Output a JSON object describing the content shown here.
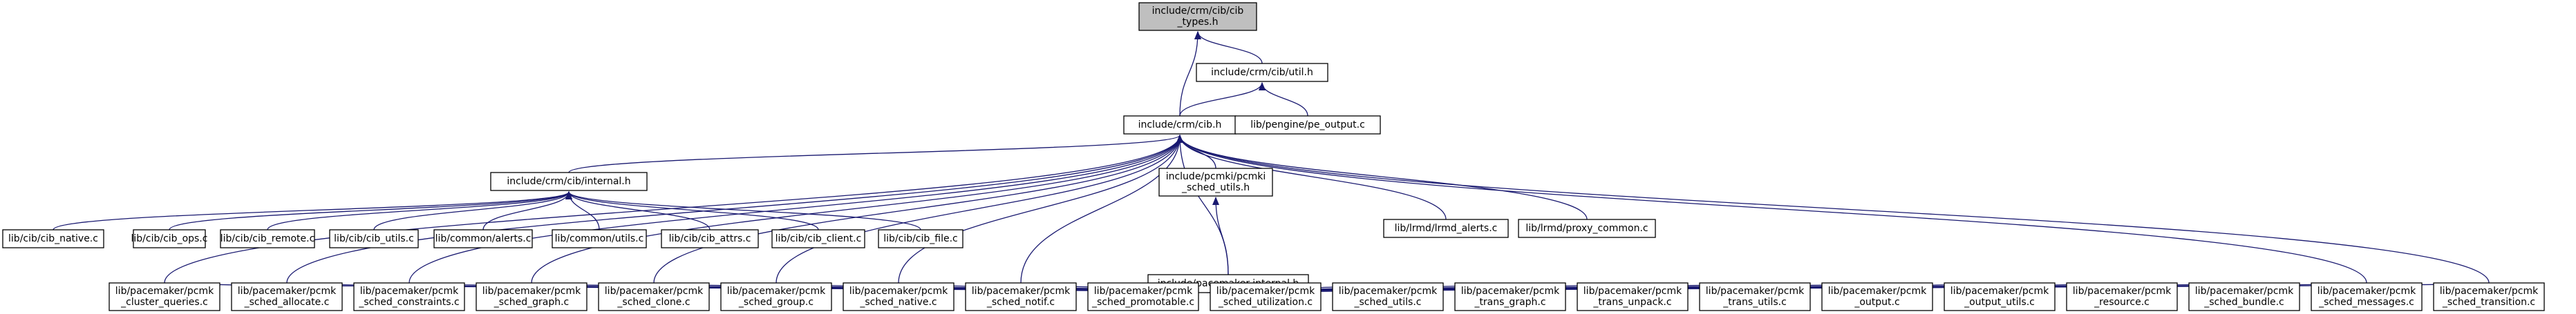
{
  "colors": {
    "edge": "#191970",
    "node_border": "#000000",
    "node_fill": "#ffffff",
    "root_fill": "#bfbfbf"
  },
  "nodes": {
    "root": {
      "lines": [
        "include/crm/cib/cib",
        "_types.h"
      ]
    },
    "util": {
      "lines": [
        "include/crm/cib/util.h"
      ]
    },
    "cib": {
      "lines": [
        "include/crm/cib.h"
      ]
    },
    "pe_output": {
      "lines": [
        "lib/pengine/pe_output.c"
      ]
    },
    "internal": {
      "lines": [
        "include/crm/cib/internal.h"
      ]
    },
    "pcmki_sched_utils": {
      "lines": [
        "include/pcmki/pcmki",
        "_sched_utils.h"
      ]
    },
    "lrmd_alerts": {
      "lines": [
        "lib/lrmd/lrmd_alerts.c"
      ]
    },
    "proxy_common": {
      "lines": [
        "lib/lrmd/proxy_common.c"
      ]
    },
    "cib_native": {
      "lines": [
        "lib/cib/cib_native.c"
      ]
    },
    "cib_ops": {
      "lines": [
        "lib/cib/cib_ops.c"
      ]
    },
    "cib_remote": {
      "lines": [
        "lib/cib/cib_remote.c"
      ]
    },
    "cib_utils": {
      "lines": [
        "lib/cib/cib_utils.c"
      ]
    },
    "alerts": {
      "lines": [
        "lib/common/alerts.c"
      ]
    },
    "common_utils": {
      "lines": [
        "lib/common/utils.c"
      ]
    },
    "cib_attrs": {
      "lines": [
        "lib/cib/cib_attrs.c"
      ]
    },
    "cib_client": {
      "lines": [
        "lib/cib/cib_client.c"
      ]
    },
    "cib_file": {
      "lines": [
        "lib/cib/cib_file.c"
      ]
    },
    "pacemaker_internal": {
      "lines": [
        "include/pacemaker-internal.h"
      ]
    },
    "cluster_queries": {
      "lines": [
        "lib/pacemaker/pcmk",
        "_cluster_queries.c"
      ]
    },
    "sched_allocate": {
      "lines": [
        "lib/pacemaker/pcmk",
        "_sched_allocate.c"
      ]
    },
    "sched_constraints": {
      "lines": [
        "lib/pacemaker/pcmk",
        "_sched_constraints.c"
      ]
    },
    "sched_graph": {
      "lines": [
        "lib/pacemaker/pcmk",
        "_sched_graph.c"
      ]
    },
    "sched_clone": {
      "lines": [
        "lib/pacemaker/pcmk",
        "_sched_clone.c"
      ]
    },
    "sched_group": {
      "lines": [
        "lib/pacemaker/pcmk",
        "_sched_group.c"
      ]
    },
    "sched_native": {
      "lines": [
        "lib/pacemaker/pcmk",
        "_sched_native.c"
      ]
    },
    "sched_notif": {
      "lines": [
        "lib/pacemaker/pcmk",
        "_sched_notif.c"
      ]
    },
    "sched_promotable": {
      "lines": [
        "lib/pacemaker/pcmk",
        "_sched_promotable.c"
      ]
    },
    "sched_utilization": {
      "lines": [
        "lib/pacemaker/pcmk",
        "_sched_utilization.c"
      ]
    },
    "sched_utils": {
      "lines": [
        "lib/pacemaker/pcmk",
        "_sched_utils.c"
      ]
    },
    "trans_graph": {
      "lines": [
        "lib/pacemaker/pcmk",
        "_trans_graph.c"
      ]
    },
    "trans_unpack": {
      "lines": [
        "lib/pacemaker/pcmk",
        "_trans_unpack.c"
      ]
    },
    "trans_utils": {
      "lines": [
        "lib/pacemaker/pcmk",
        "_trans_utils.c"
      ]
    },
    "output": {
      "lines": [
        "lib/pacemaker/pcmk",
        "_output.c"
      ]
    },
    "output_utils": {
      "lines": [
        "lib/pacemaker/pcmk",
        "_output_utils.c"
      ]
    },
    "resource": {
      "lines": [
        "lib/pacemaker/pcmk",
        "_resource.c"
      ]
    },
    "sched_bundle": {
      "lines": [
        "lib/pacemaker/pcmk",
        "_sched_bundle.c"
      ]
    },
    "sched_messages": {
      "lines": [
        "lib/pacemaker/pcmk",
        "_sched_messages.c"
      ]
    },
    "sched_transition": {
      "lines": [
        "lib/pacemaker/pcmk",
        "_sched_transition.c"
      ]
    }
  },
  "edges": [
    [
      "util",
      "root"
    ],
    [
      "cib",
      "root"
    ],
    [
      "cib",
      "util"
    ],
    [
      "pe_output",
      "util"
    ],
    [
      "internal",
      "cib"
    ],
    [
      "pcmki_sched_utils",
      "cib"
    ],
    [
      "lrmd_alerts",
      "cib"
    ],
    [
      "proxy_common",
      "cib"
    ],
    [
      "pacemaker_internal",
      "cib"
    ],
    [
      "cluster_queries",
      "cib"
    ],
    [
      "sched_allocate",
      "cib"
    ],
    [
      "sched_constraints",
      "cib"
    ],
    [
      "sched_graph",
      "cib"
    ],
    [
      "sched_clone",
      "cib"
    ],
    [
      "sched_group",
      "cib"
    ],
    [
      "sched_native",
      "cib"
    ],
    [
      "sched_notif",
      "cib"
    ],
    [
      "sched_messages",
      "cib"
    ],
    [
      "sched_transition",
      "cib"
    ],
    [
      "cib_native",
      "internal"
    ],
    [
      "cib_ops",
      "internal"
    ],
    [
      "cib_remote",
      "internal"
    ],
    [
      "cib_utils",
      "internal"
    ],
    [
      "alerts",
      "internal"
    ],
    [
      "common_utils",
      "internal"
    ],
    [
      "cib_attrs",
      "internal"
    ],
    [
      "cib_client",
      "internal"
    ],
    [
      "cib_file",
      "internal"
    ],
    [
      "pacemaker_internal",
      "pcmki_sched_utils"
    ],
    [
      "cluster_queries",
      "pacemaker_internal"
    ],
    [
      "sched_allocate",
      "pacemaker_internal"
    ],
    [
      "sched_constraints",
      "pacemaker_internal"
    ],
    [
      "sched_graph",
      "pacemaker_internal"
    ],
    [
      "sched_clone",
      "pacemaker_internal"
    ],
    [
      "sched_group",
      "pacemaker_internal"
    ],
    [
      "sched_native",
      "pacemaker_internal"
    ],
    [
      "sched_notif",
      "pacemaker_internal"
    ],
    [
      "sched_promotable",
      "pacemaker_internal"
    ],
    [
      "sched_utilization",
      "pacemaker_internal"
    ],
    [
      "sched_utils",
      "pacemaker_internal"
    ],
    [
      "trans_graph",
      "pacemaker_internal"
    ],
    [
      "trans_unpack",
      "pacemaker_internal"
    ],
    [
      "trans_utils",
      "pacemaker_internal"
    ],
    [
      "output",
      "pacemaker_internal"
    ],
    [
      "output_utils",
      "pacemaker_internal"
    ],
    [
      "resource",
      "pacemaker_internal"
    ],
    [
      "sched_bundle",
      "pacemaker_internal"
    ],
    [
      "sched_messages",
      "pacemaker_internal"
    ],
    [
      "sched_transition",
      "pacemaker_internal"
    ]
  ]
}
